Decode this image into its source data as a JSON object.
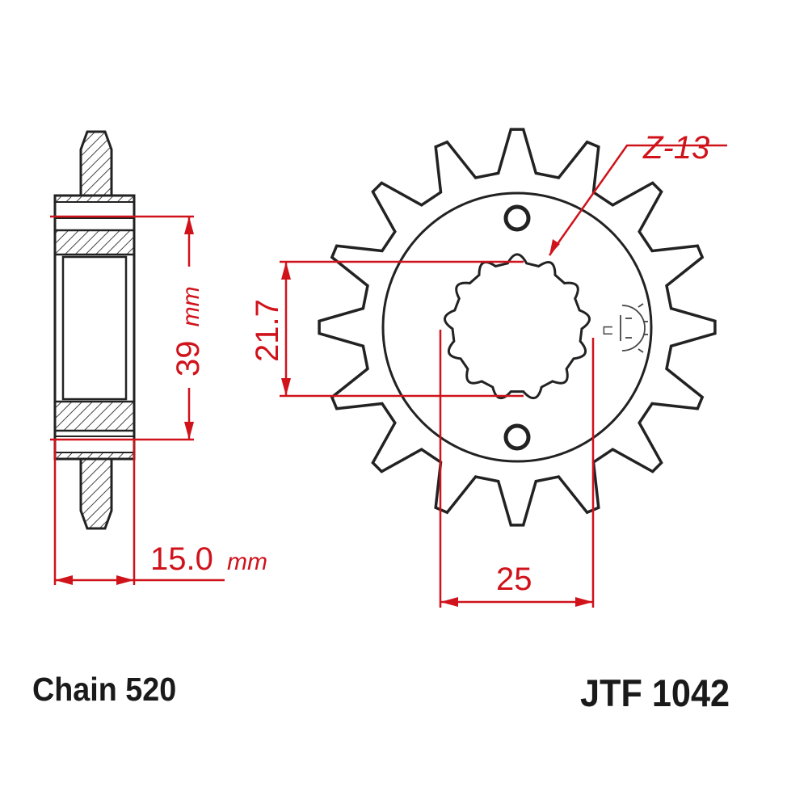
{
  "diagram": {
    "teeth_label": "Z-13",
    "inner_diameter_label": "21.7",
    "outer_spline_label": "25",
    "hub_height_value": "39",
    "hub_height_unit": "mm",
    "width_value": "15.0",
    "width_unit": "mm",
    "teeth_count": 16,
    "spline_count": 13
  },
  "footer": {
    "chain": "Chain 520",
    "part_number": "JTF 1042"
  },
  "colors": {
    "dimension": "#d0121b",
    "outline": "#222222",
    "hatch": "#444444"
  }
}
